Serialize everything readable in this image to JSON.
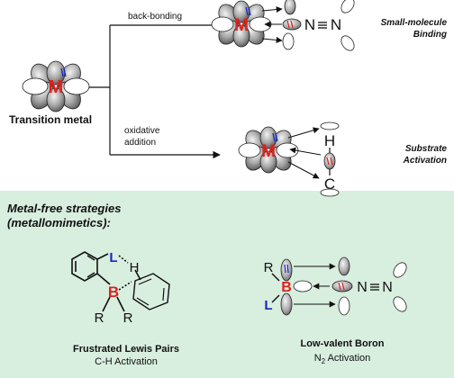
{
  "top": {
    "back_bonding_label": "back-bonding",
    "oxidative_label_line1": "oxidative",
    "oxidative_label_line2": "addition",
    "transition_metal_label": "Transition metal",
    "small_molecule_line1": "Small-molecule",
    "small_molecule_line2": "Binding",
    "substrate_line1": "Substrate",
    "substrate_line2": "Activation"
  },
  "bottom": {
    "title_line1": "Metal-free strategies",
    "title_line2": "(metallomimetics):",
    "flp_title": "Frustrated Lewis Pairs",
    "flp_subtitle": "C-H Activation",
    "boron_title": "Low-valent Boron",
    "boron_subtitle_prefix": "N",
    "boron_subtitle_sub": "2",
    "boron_subtitle_suffix": " Activation"
  },
  "atoms": {
    "metal": "M",
    "nitrogen": "N",
    "hydrogen": "H",
    "carbon": "C",
    "boron": "B",
    "ligand": "L",
    "r_group": "R"
  },
  "colors": {
    "metal_red": "#e0201c",
    "ligand_blue": "#1428c8",
    "panel_green": "#d8eedf",
    "lobe_grey": "#9a9a9a"
  }
}
